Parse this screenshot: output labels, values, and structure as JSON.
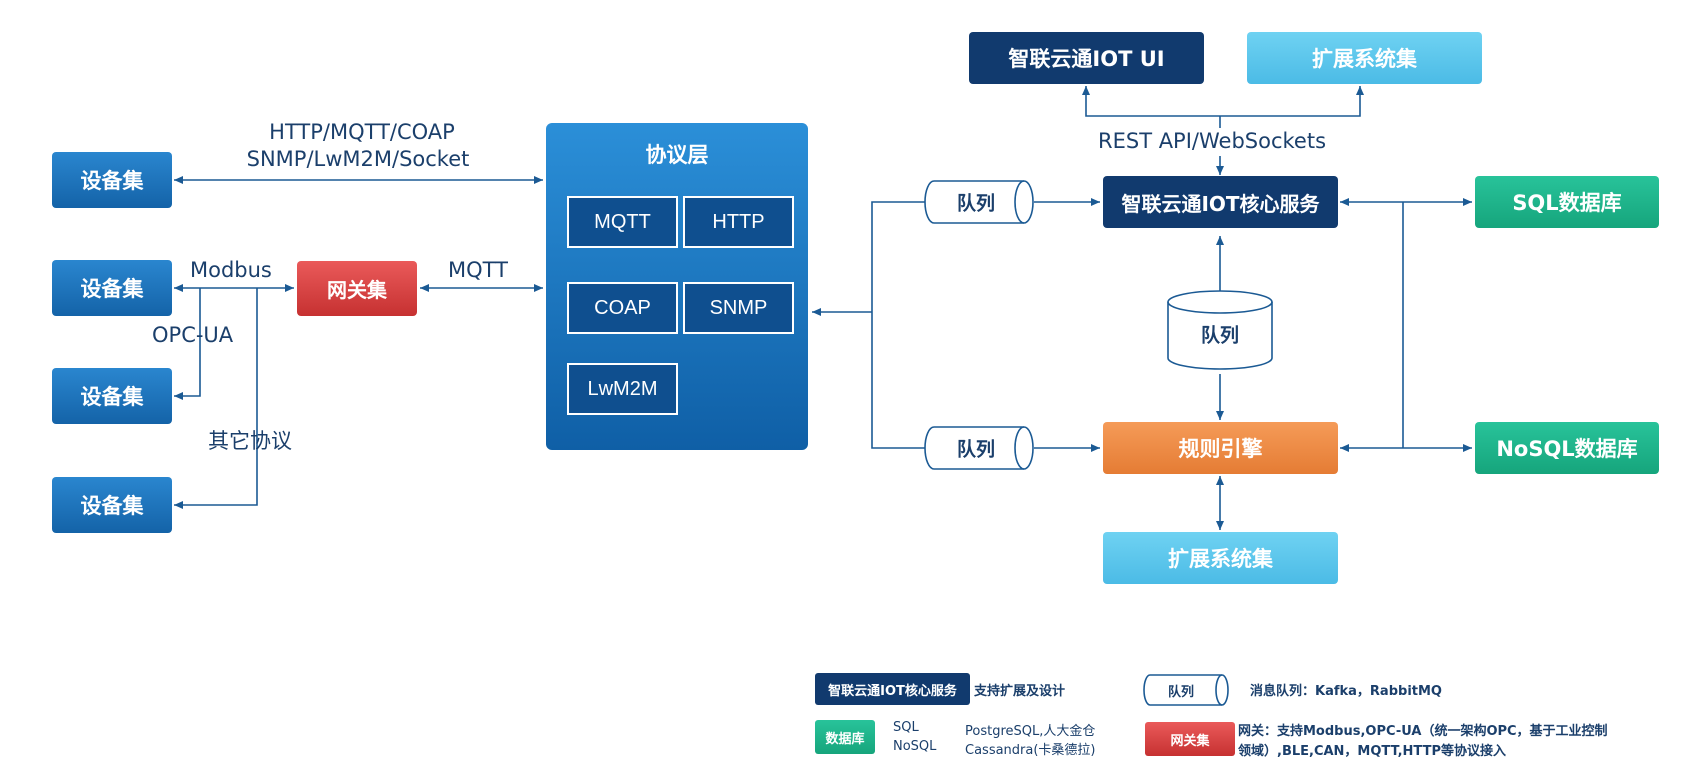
{
  "devices": {
    "d1": "设备集",
    "d2": "设备集",
    "d3": "设备集",
    "d4": "设备集"
  },
  "gateway": "网关集",
  "protocol_layer": {
    "title": "协议层",
    "items": [
      "MQTT",
      "HTTP",
      "COAP",
      "SNMP",
      "LwM2M"
    ]
  },
  "labels": {
    "top_protocols_1": "HTTP/MQTT/COAP",
    "top_protocols_2": "SNMP/LwM2M/Socket",
    "modbus": "Modbus",
    "mqtt": "MQTT",
    "opcua": "OPC-UA",
    "other": "其它协议",
    "rest": "REST API/WebSockets"
  },
  "ui_box": "智联云通IOT UI",
  "ext_top": "扩展系统集",
  "core": "智联云通IOT核心服务",
  "queue": "队列",
  "queue_center": "队列",
  "queue_lower": "队列",
  "rule_engine": "规则引擎",
  "ext_bottom": "扩展系统集",
  "sql_db": "SQL数据库",
  "nosql_db": "NoSQL数据库",
  "legend": {
    "core_box": "智联云通IOT核心服务",
    "core_desc": "支持扩展及设计",
    "queue_box": "队列",
    "queue_desc": "消息队列：Kafka，RabbitMQ",
    "db_box": "数据库",
    "db_sql": "SQL",
    "db_nosql": "NoSQL",
    "db_sql_desc": "PostgreSQL,人大金仓",
    "db_nosql_desc": "Cassandra(卡桑德拉)",
    "gw_box": "网关集",
    "gw_desc_1": "网关：支持Modbus,OPC-UA（统一架构OPC，基于工业控制",
    "gw_desc_2": "领域）,BLE,CAN，MQTT,HTTP等协议接入"
  }
}
